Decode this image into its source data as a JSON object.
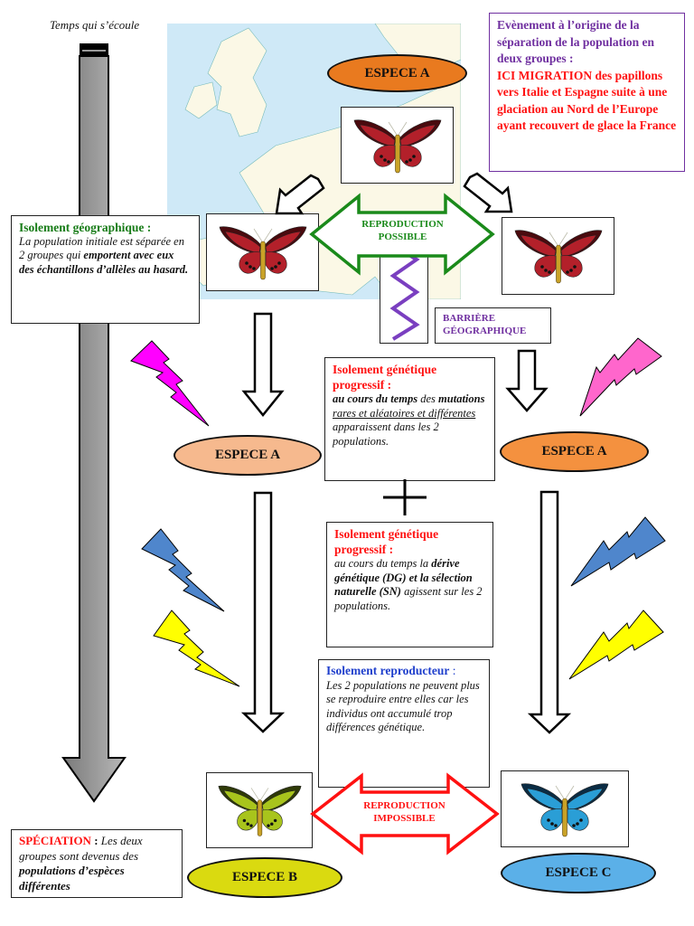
{
  "time_label": "Temps qui s’écoule",
  "colors": {
    "species_a_top": "#e97a1f",
    "species_a_left": "#f6b98e",
    "species_a_right": "#f4913f",
    "species_b": "#dada10",
    "species_c": "#5bb0e8",
    "geo_title": "#187c18",
    "genetic_title": "#ff1111",
    "repro_title": "#1f3fcc",
    "barrier": "#7030a0",
    "reproduction_possible": "#1a8a1a",
    "reproduction_impossible": "#ff1111"
  },
  "event_box": {
    "intro": "Evènement à l’origine de la séparation de la population en deux groupes :",
    "detail": "ICI MIGRATION des papillons vers Italie et Espagne suite à une glaciation au Nord de l’Europe ayant recouvert de glace la France"
  },
  "species": {
    "top": "ESPECE A",
    "left_mid": "ESPECE  A",
    "right_mid": "ESPECE  A",
    "bottom_left": "ESPECE  B",
    "bottom_right": "ESPECE  C"
  },
  "geo_box": {
    "title": "Isolement géographique :",
    "text1": "La population initiale est séparée en 2 groupes qui",
    "text2": "emportent avec eux des échantillons d’allèles au hasard."
  },
  "reproduction_possible": {
    "line1": "REPRODUCTION",
    "line2": "POSSIBLE"
  },
  "barrier": {
    "line1": "BARRIÈRE",
    "line2": "GÉOGRAPHIQUE"
  },
  "genetic_box_1": {
    "title": "Isolement génétique progressif :",
    "bold": "au cours du temps",
    "text1": " des ",
    "bold2": "mutations",
    "underlined": "rares et aléatoires et différentes",
    "text2": " apparaissent dans les 2 populations."
  },
  "plus_sign": "+",
  "genetic_box_2": {
    "title": "Isolement génétique progressif :",
    "text1": "au cours du temps la ",
    "bold": "dérive génétique (DG) et la sélection naturelle (SN)",
    "text2": " agissent sur les 2 populations."
  },
  "repro_box": {
    "title": "Isolement reproducteur",
    "colon": " :",
    "text": "Les 2  populations ne peuvent plus se reproduire entre elles car les individus ont accumulé trop différences génétique."
  },
  "reproduction_impossible": {
    "line1": "REPRODUCTION",
    "line2": "IMPOSSIBLE"
  },
  "speciation_box": {
    "title": "SPÉCIATION",
    "colon": " : ",
    "text1": "Les deux groupes sont devenus des ",
    "bold": "populations d’espèces différentes"
  },
  "butterflies": {
    "top": {
      "wing": "#b3202a",
      "dark": "#4a0a0e"
    },
    "left": {
      "wing": "#b3202a",
      "dark": "#4a0a0e"
    },
    "right": {
      "wing": "#b3202a",
      "dark": "#4a0a0e"
    },
    "species_b": {
      "wing": "#a8c41c",
      "dark": "#2f3a08"
    },
    "species_c": {
      "wing": "#2a9ed6",
      "dark": "#0b2c44"
    }
  }
}
